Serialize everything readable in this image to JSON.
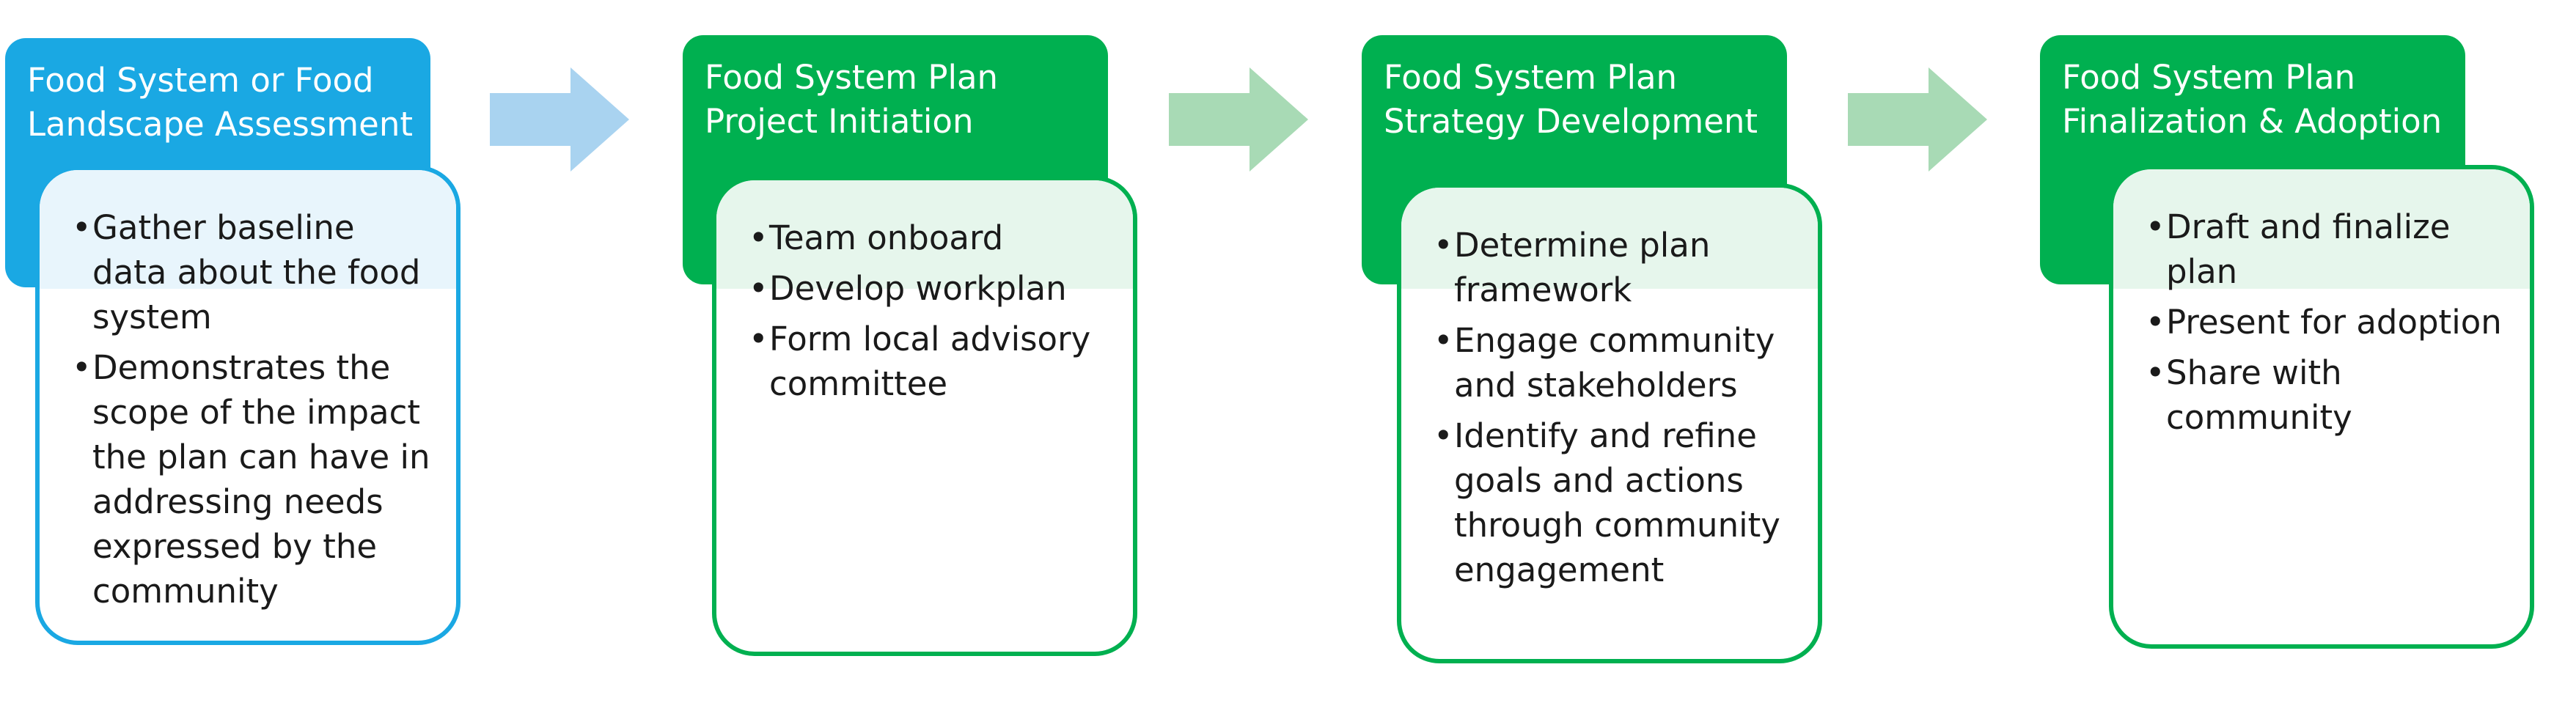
{
  "colors": {
    "stage_1_header": "#1aa8e3",
    "stage_1_border": "#1aa8e3",
    "stage_1_tint": "#e8f5fc",
    "stage_green_header": "#00b050",
    "stage_green_border": "#00b050",
    "stage_green_tint": "#e6f6ec",
    "arrow_blue": "#a9d3f0",
    "arrow_green": "#a8dab5"
  },
  "stages": [
    {
      "title_lines": [
        "Food System or Food",
        "Landscape Assessment"
      ],
      "bullets": [
        "Gather baseline data about the food system",
        "Demonstrates the scope of the impact the plan can have in addressing needs expressed by the community"
      ]
    },
    {
      "title_lines": [
        "Food System Plan",
        "Project Initiation"
      ],
      "bullets": [
        "Team onboard",
        "Develop workplan",
        "Form local advisory committee"
      ]
    },
    {
      "title_lines": [
        "Food System Plan",
        "Strategy Development"
      ],
      "bullets": [
        "Determine plan framework",
        "Engage community and stakeholders",
        "Identify and refine goals and actions through community engagement"
      ]
    },
    {
      "title_lines": [
        "Food System Plan",
        "Finalization & Adoption"
      ],
      "bullets": [
        "Draft and finalize plan",
        "Present for adoption",
        "Share with community"
      ]
    }
  ]
}
